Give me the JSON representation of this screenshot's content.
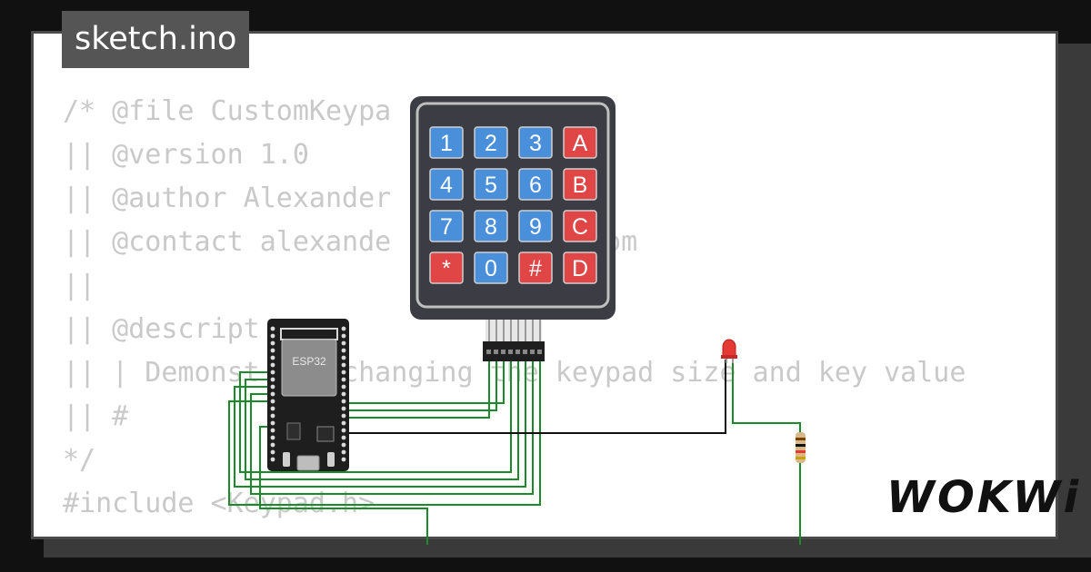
{
  "tab": {
    "filename": "sketch.ino"
  },
  "code_lines": [
    "/* @file CustomKeypa",
    "|| @version 1.0",
    "|| @author Alexander",
    "|| @contact alexande          l.com",
    "||",
    "|| @descript",
    "|| | Demonst     changing the keypad size and key value",
    "|| #",
    "*/",
    "#include <Keypad.h>"
  ],
  "keypad": {
    "keys": [
      "1",
      "2",
      "3",
      "A",
      "4",
      "5",
      "6",
      "B",
      "7",
      "8",
      "9",
      "C",
      "*",
      "0",
      "#",
      "D"
    ]
  },
  "esp32": {
    "label": "ESP32"
  },
  "logo": {
    "text": "WOKWi"
  },
  "colors": {
    "background": "#111111",
    "card": "#ffffff",
    "key_blue": "#4a8fd9",
    "key_red": "#e04646",
    "keypad_body": "#3c3c44",
    "wire_green": "#1a8a2a",
    "wire_black": "#111111"
  }
}
